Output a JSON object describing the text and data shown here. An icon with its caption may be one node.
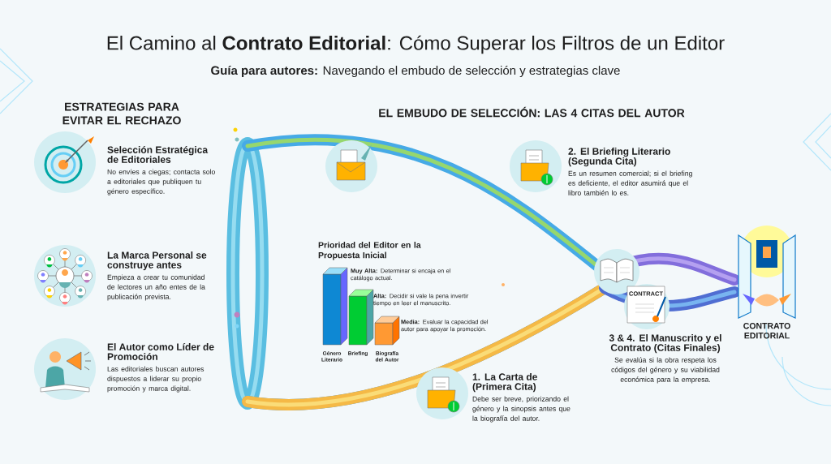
{
  "diagram": {
    "title": "El Camino al **Contrato Editorial**: Cómo Superar los Filtros de un Editor",
    "nodes": [
      {
        "text": [
          "Selección Estratégica de Editoriales",
          "No envíes a ciegas; contacta solo a editoriales que publiquen tu género específico."
        ]
      },
      {
        "text": [
          "La Marca Personal se construye antes",
          "Empieza a crear tu comunidad de lectores un año entes de la publicación prevista."
        ]
      },
      {
        "text": [
          "El Autor como Líder de Promoción",
          "Las editoriales buscan autores dispuestos a liderar su propio promoción y marca digital."
        ]
      },
      {
        "text": [
          "2. El Briefing Literario (Segunda Cita)",
          "Es un resumen comercial; si el briefing es deficiente, el editor asumirá que el libro también lo es."
        ]
      },
      {
        "text": [
          "1. La Carta de (Primera Cita)",
          "Debe ser breve, priorizando el género y la sinopsis antes que la biografía del autor."
        ]
      },
      {
        "text": [
          "3 & 4. El Manuscrito y el Contrato (Citas Finales)",
          "Se evalúa si la obra respeta los códigos del género y su viabilidad económica para la empresa."
        ]
      },
      {
        "text": [
          "CONTRATO EDITORIAL"
        ]
      }
    ],
    "labels": [
      "**Guía para autores:** Navegando el embudo de selección y estrategias clave",
      "ESTRATEGIAS PARA EVITAR EL RECHAZO",
      "EL EMBUDO DE SELECCIÓN: LAS 4 CITAS DEL AUTOR",
      "Prioridad del Editor en la Propuesta Inicial",
      "**Muy Alta:** Determinar si encaja en el catálogo actual.",
      "**Alta:** Decidir si vale la pena invertir tiempo en leer el manuscrito.",
      "**Media:** Evaluar la capacidad del autor para apoyar la promoción.",
      "Género Literario",
      "Briefing",
      "Biografía del Autor",
      "CONTRACT"
    ]
  }
}
